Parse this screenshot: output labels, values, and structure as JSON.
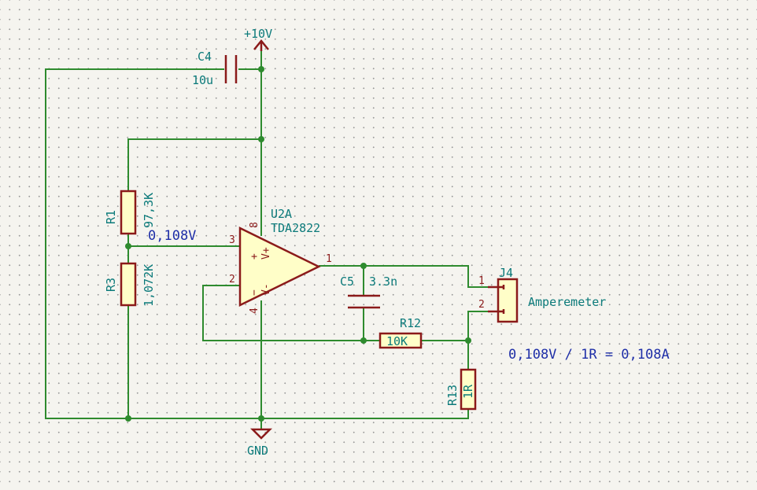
{
  "power": {
    "vcc_label": "+10V",
    "gnd_label": "GND"
  },
  "components": {
    "c4": {
      "ref": "C4",
      "value": "10u"
    },
    "r1": {
      "ref": "R1",
      "value": "97,3K"
    },
    "r3": {
      "ref": "R3",
      "value": "1,072K"
    },
    "u2a": {
      "ref": "U2A",
      "value": "TDA2822",
      "pins": {
        "p1": "1",
        "p2": "2",
        "p3": "3",
        "p4": "4",
        "p8": "8"
      },
      "inner": {
        "vplus": "V+",
        "vminus": "V-",
        "plus": "+",
        "minus": "−"
      }
    },
    "c5": {
      "ref": "C5",
      "value": "3.3n"
    },
    "r12": {
      "ref": "R12",
      "value": "10K"
    },
    "r13": {
      "ref": "R13",
      "value": "1R"
    },
    "j4": {
      "ref": "J4",
      "value": "Amperemeter",
      "pins": {
        "p1": "1",
        "p2": "2"
      }
    }
  },
  "annotations": {
    "node_voltage": "0,108V",
    "current_calc": "0,108V / 1R = 0,108A"
  },
  "colors": {
    "wire": "#2e8b2e",
    "component": "#8b1a1a",
    "component_fill": "#fffec8",
    "reference_text": "#0b7a7a",
    "note_text": "#1f2fa8",
    "background": "#f5f4ef"
  }
}
